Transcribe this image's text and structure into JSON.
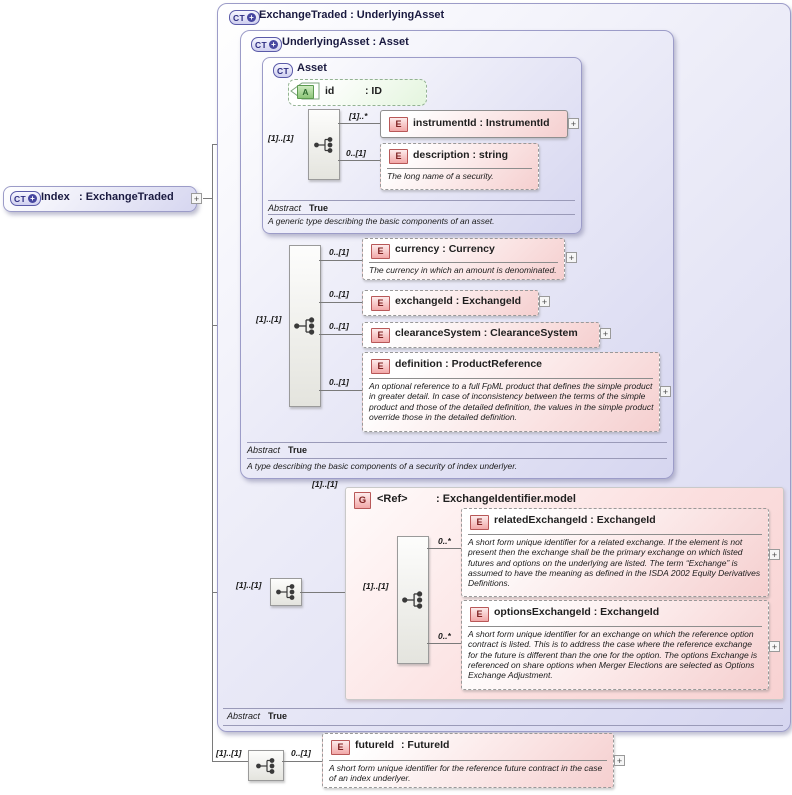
{
  "icons": {
    "ct": "CT",
    "e": "E",
    "a": "A",
    "g": "G",
    "plus": "+"
  },
  "index": {
    "name": "Index",
    "type": ": ExchangeTraded"
  },
  "exchange_traded": {
    "title": "ExchangeTraded : UnderlyingAsset",
    "abstract_label": "Abstract",
    "abstract_value": "True"
  },
  "underlying_asset": {
    "title": "UnderlyingAsset : Asset",
    "abstract_label": "Abstract",
    "abstract_value": "True",
    "annotation": "A type describing the basic components of a security of index underlyer."
  },
  "asset": {
    "title": "Asset",
    "abstract_label": "Abstract",
    "abstract_value": "True",
    "annotation": "A generic type describing the basic components of an asset.",
    "attribute": {
      "name": "id",
      "type": ": ID"
    }
  },
  "group": {
    "name": "<Ref>",
    "type": ": ExchangeIdentifier.model"
  },
  "elements": {
    "instrument_id": {
      "title": "instrumentId : InstrumentId"
    },
    "description": {
      "title": "description : string",
      "annotation": "The long name of a security."
    },
    "currency": {
      "title": "currency : Currency",
      "annotation": "The currency in which an amount is denominated."
    },
    "exchange_id": {
      "title": "exchangeId : ExchangeId"
    },
    "clearance_system": {
      "title": "clearanceSystem : ClearanceSystem"
    },
    "definition": {
      "title": "definition : ProductReference",
      "annotation": "An optional reference to a full FpML product that defines the simple product in greater detail. In case of inconsistency between the terms of the simple product and those of the detailed definition, the values in the simple product override those in the detailed definition."
    },
    "related_exchange_id": {
      "title": "relatedExchangeId : ExchangeId",
      "annotation": "A short form unique identifier for a related exchange. If the element is not present then the exchange shall be the primary exchange on which listed futures and options on the underlying are listed. The term “Exchange” is assumed to have the meaning as defined in the ISDA 2002 Equity Derivatives Definitions."
    },
    "options_exchange_id": {
      "title": "optionsExchangeId : ExchangeId",
      "annotation": "A short form unique identifier for an exchange on which the reference option contract is listed. This is to address the case where the reference exchange for the future is different than the one for the option. The options Exchange is referenced on share options when Merger Elections are selected as Options Exchange Adjustment."
    },
    "future_id": {
      "name": "futureId",
      "type": ": FutureId",
      "annotation": "A short form unique identifier for the reference future contract in the case of an index underlyer."
    }
  },
  "cardinality": {
    "asset_seq": "[1]..[1]",
    "instrument_id": "[1]..*",
    "description": "0..[1]",
    "ua_seq": "[1]..[1]",
    "currency": "0..[1]",
    "exchange_id": "0..[1]",
    "clearance_system": "0..[1]",
    "definition": "0..[1]",
    "et_seq": "[1]..[1]",
    "group_ref": "[1]..[1]",
    "group_seq": "[1]..[1]",
    "related_exchange_id": "0..*",
    "options_exchange_id": "0..*",
    "index_seq": "[1]..[1]",
    "future_id": "0..[1]"
  },
  "colors": {
    "complex_type_fill": "#d6d6f0",
    "complex_type_border": "#9c9cc8",
    "element_fill": "#f5cfcf",
    "attribute_fill": "#e4f5de",
    "group_fill": "#f8d2d2",
    "connector": "#7a7a7a"
  }
}
